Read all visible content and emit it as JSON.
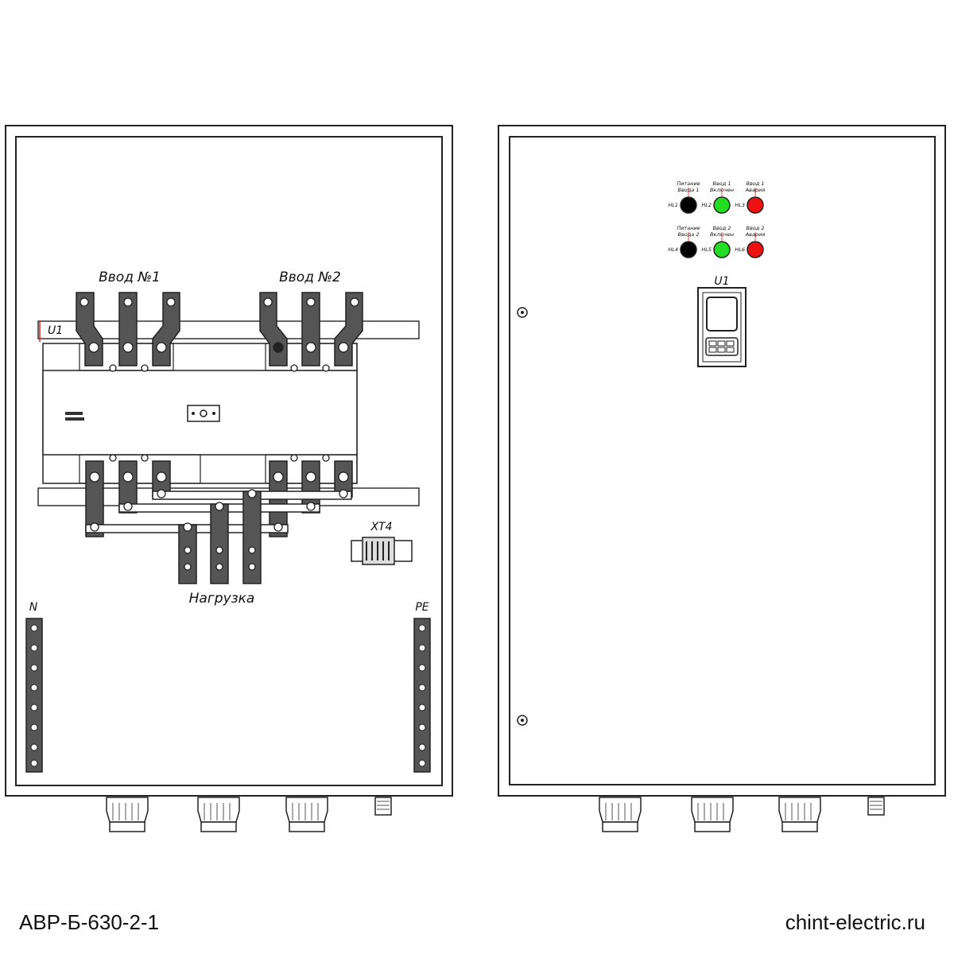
{
  "left_panel": {
    "input1_label": "Ввод №1",
    "input2_label": "Ввод №2",
    "switch_label": "U1",
    "load_label": "Нагрузка",
    "terminal_label": "XT4",
    "n_bus_label": "N",
    "pe_bus_label": "PE"
  },
  "right_panel": {
    "controller_label": "U1",
    "indicator_rows": [
      [
        {
          "tag": "HL1",
          "caption1": "Питание",
          "caption2": "Ввода 1",
          "color": "#000000"
        },
        {
          "tag": "HL2",
          "caption1": "Ввод 1",
          "caption2": "Включен",
          "color": "#22dd22"
        },
        {
          "tag": "HL3",
          "caption1": "Ввод 1",
          "caption2": "Авария",
          "color": "#ee1111"
        }
      ],
      [
        {
          "tag": "HL4",
          "caption1": "Питание",
          "caption2": "Ввода 2",
          "color": "#000000"
        },
        {
          "tag": "HL5",
          "caption1": "Ввод 2",
          "caption2": "Включен",
          "color": "#22dd22"
        },
        {
          "tag": "HL6",
          "caption1": "Ввод 2",
          "caption2": "Авария",
          "color": "#ee1111"
        }
      ]
    ]
  },
  "footer": {
    "model": "АВР-Б-630-2-1",
    "website": "chint-electric.ru"
  }
}
